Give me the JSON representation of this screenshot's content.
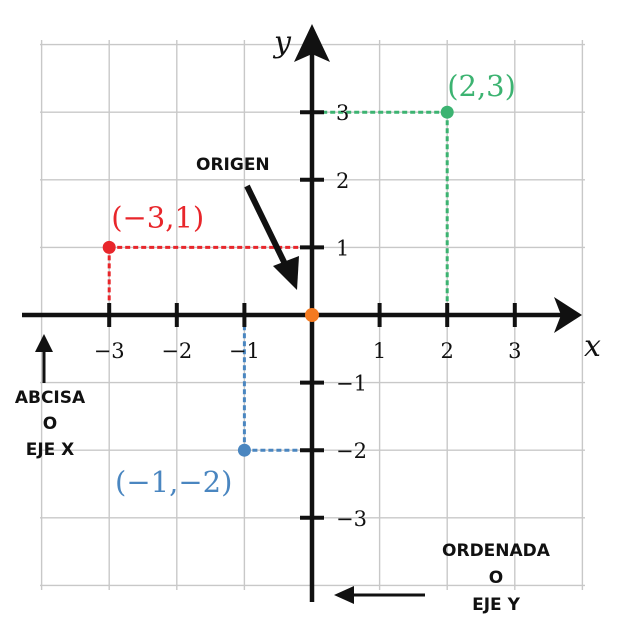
{
  "axes": {
    "x_name": "x",
    "y_name": "y",
    "x_ticks": [
      "−3",
      "−2",
      "−1",
      "1",
      "2",
      "3"
    ],
    "y_ticks": [
      "3",
      "2",
      "1",
      "−1",
      "−2",
      "−3"
    ]
  },
  "points": [
    {
      "label": "(2,3)",
      "x": 2,
      "y": 3,
      "color": "#3cb371"
    },
    {
      "label": "(−3,1)",
      "x": -3,
      "y": 1,
      "color": "#e8262b"
    },
    {
      "label": "(−1,−2)",
      "x": -1,
      "y": -2,
      "color": "#4a86c0"
    }
  ],
  "origin": {
    "color": "#f47a20"
  },
  "annotations": {
    "origin_label": "ORIGEN",
    "abscissa": [
      "ABCISA",
      "O",
      "EJE X"
    ],
    "ordinate": [
      "ORDENADA",
      "O",
      "EJE Y"
    ]
  }
}
